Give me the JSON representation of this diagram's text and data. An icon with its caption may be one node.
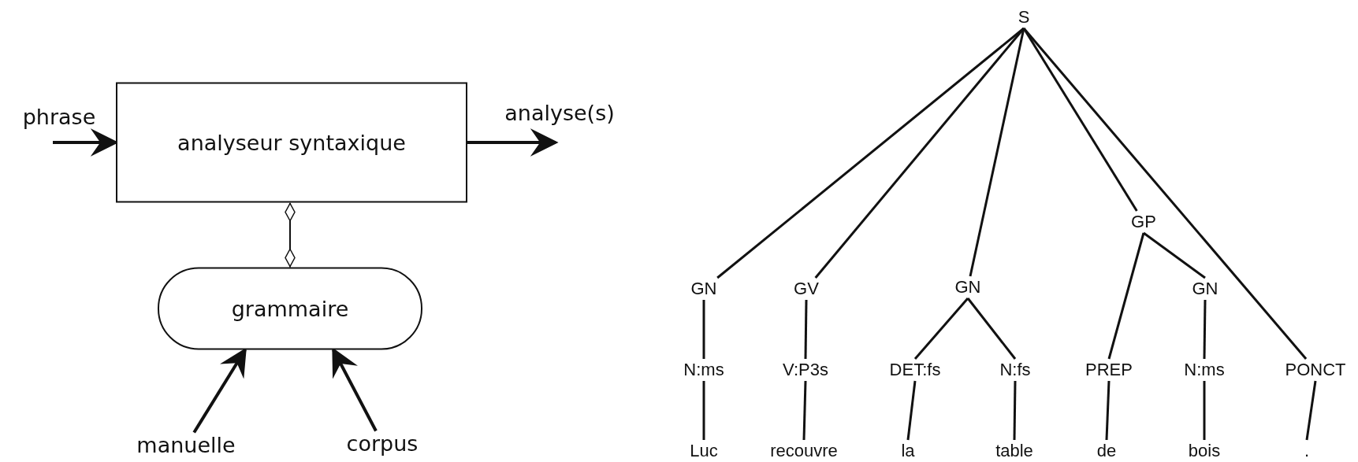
{
  "diagram": {
    "nodes": [
      {
        "text": [
          "analyseur syntaxique"
        ]
      },
      {
        "text": [
          "grammaire"
        ]
      },
      {
        "text": [
          "manuelle"
        ]
      },
      {
        "text": [
          "corpus"
        ]
      },
      {
        "text": [
          "S"
        ]
      },
      {
        "text": [
          "GN"
        ]
      },
      {
        "text": [
          "GV"
        ]
      },
      {
        "text": [
          "GN"
        ]
      },
      {
        "text": [
          "GP"
        ]
      },
      {
        "text": [
          "GN"
        ]
      },
      {
        "text": [
          "N:ms"
        ]
      },
      {
        "text": [
          "V:P3s"
        ]
      },
      {
        "text": [
          "DET:fs"
        ]
      },
      {
        "text": [
          "N:fs"
        ]
      },
      {
        "text": [
          "PREP"
        ]
      },
      {
        "text": [
          "N:ms"
        ]
      },
      {
        "text": [
          "PONCT"
        ]
      },
      {
        "text": [
          "Luc"
        ]
      },
      {
        "text": [
          "recouvre"
        ]
      },
      {
        "text": [
          "la"
        ]
      },
      {
        "text": [
          "table"
        ]
      },
      {
        "text": [
          "de"
        ]
      },
      {
        "text": [
          "bois"
        ]
      },
      {
        "text": [
          "."
        ]
      }
    ],
    "edges": [
      {
        "from": null,
        "to": 0,
        "arrow": "to",
        "label": "phrase"
      },
      {
        "from": 0,
        "to": null,
        "arrow": "to",
        "label": "analyse(s)"
      },
      {
        "from": 0,
        "to": 1,
        "arrow": "other"
      },
      {
        "from": 2,
        "to": 1,
        "arrow": "to"
      },
      {
        "from": 3,
        "to": 1,
        "arrow": "to"
      },
      {
        "from": 4,
        "to": 5,
        "arrow": "none"
      },
      {
        "from": 4,
        "to": 6,
        "arrow": "none"
      },
      {
        "from": 4,
        "to": 7,
        "arrow": "none"
      },
      {
        "from": 4,
        "to": 8,
        "arrow": "none"
      },
      {
        "from": 4,
        "to": 16,
        "arrow": "none"
      },
      {
        "from": 8,
        "to": 14,
        "arrow": "none"
      },
      {
        "from": 8,
        "to": 9,
        "arrow": "none"
      },
      {
        "from": 5,
        "to": 10,
        "arrow": "none"
      },
      {
        "from": 6,
        "to": 11,
        "arrow": "none"
      },
      {
        "from": 7,
        "to": 12,
        "arrow": "none"
      },
      {
        "from": 7,
        "to": 13,
        "arrow": "none"
      },
      {
        "from": 9,
        "to": 15,
        "arrow": "none"
      },
      {
        "from": 10,
        "to": 17,
        "arrow": "none"
      },
      {
        "from": 11,
        "to": 18,
        "arrow": "none"
      },
      {
        "from": 12,
        "to": 19,
        "arrow": "none"
      },
      {
        "from": 13,
        "to": 20,
        "arrow": "none"
      },
      {
        "from": 14,
        "to": 21,
        "arrow": "none"
      },
      {
        "from": 15,
        "to": 22,
        "arrow": "none"
      },
      {
        "from": 16,
        "to": 23,
        "arrow": "none"
      }
    ]
  }
}
